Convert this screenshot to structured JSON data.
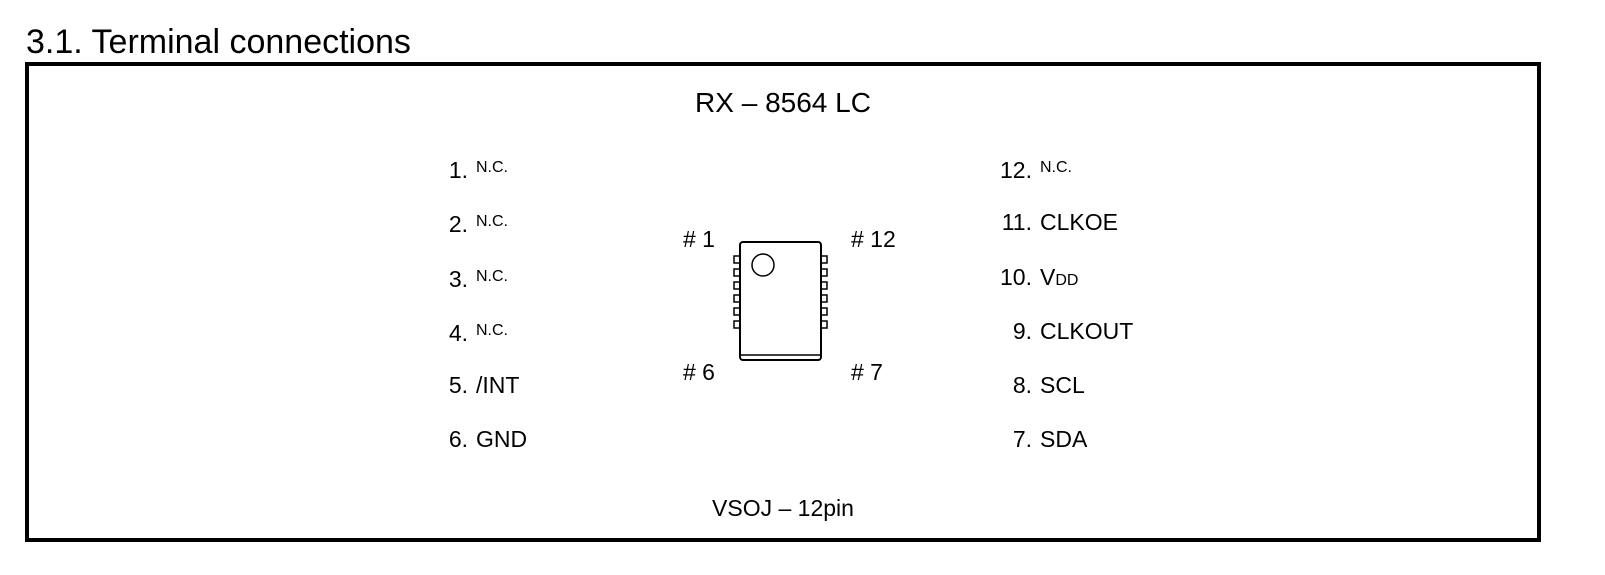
{
  "heading": "3.1. Terminal connections",
  "part_name": "RX – 8564 LC",
  "package": "VSOJ – 12pin",
  "corners": {
    "pin1": "# 1",
    "pin12": "# 12",
    "pin6": "# 6",
    "pin7": "# 7"
  },
  "left_pins": [
    {
      "num": "1.",
      "name": "N.C."
    },
    {
      "num": "2.",
      "name": "N.C."
    },
    {
      "num": "3.",
      "name": "N.C."
    },
    {
      "num": "4.",
      "name": "N.C."
    },
    {
      "num": "5.",
      "name": "/INT"
    },
    {
      "num": "6.",
      "name": "GND"
    }
  ],
  "right_pins": [
    {
      "num": "12.",
      "name": "N.C."
    },
    {
      "num": "11.",
      "name": "CLKOE"
    },
    {
      "num": "10.",
      "name": "V",
      "sub": "DD"
    },
    {
      "num": "9.",
      "name": "CLKOUT"
    },
    {
      "num": "8.",
      "name": "SCL"
    },
    {
      "num": "7.",
      "name": "SDA"
    }
  ]
}
